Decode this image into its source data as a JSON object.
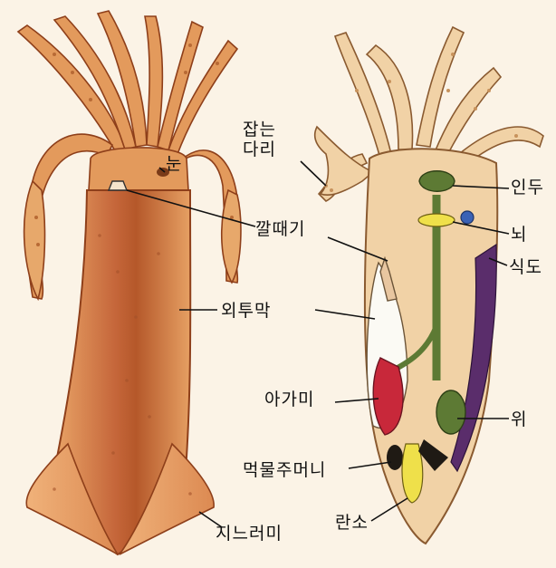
{
  "labels": {
    "grab_arm": "잡는\n다리",
    "eye": "눈",
    "funnel": "깔때기",
    "mantle": "외투막",
    "gill": "아가미",
    "ink_sac": "먹물주머니",
    "fin": "지느러미",
    "ovary": "란소",
    "pharynx": "인두",
    "brain": "뇌",
    "esophagus": "식도",
    "stomach": "위"
  },
  "colors": {
    "background": "#fbf3e6",
    "squid_body": "#d9894a",
    "body_stripe": "#b5582a",
    "section_body": "#f1d2a6",
    "gut": "#5d7a34",
    "esophagus_purple": "#5a2d6b",
    "gill_red": "#c8283a",
    "ink_sac_black": "#1f1a14",
    "ovary_yellow": "#efe04a",
    "brain_blue": "#3b62b5"
  }
}
